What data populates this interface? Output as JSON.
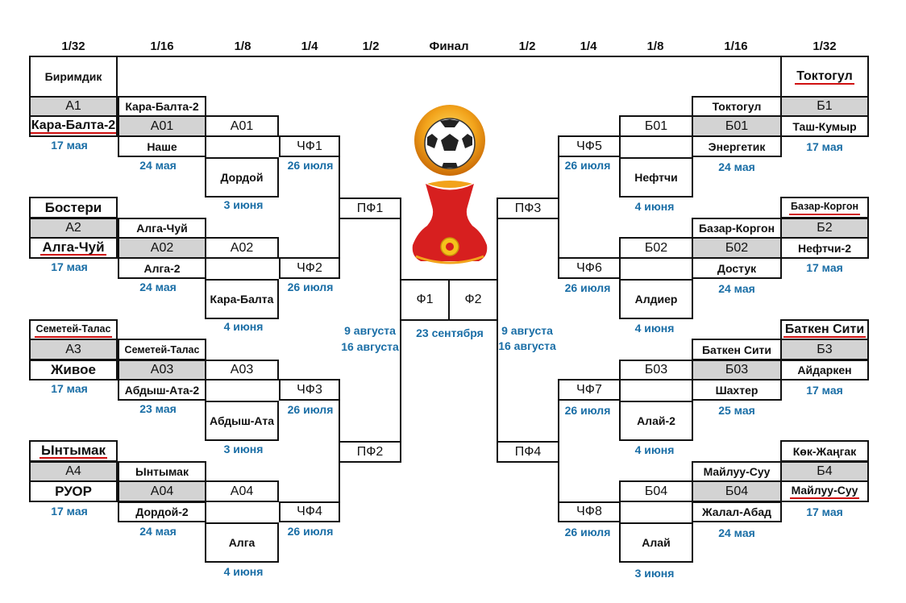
{
  "headers": {
    "left_r32": "1/32",
    "left_r16": "1/16",
    "left_r8": "1/8",
    "left_qf": "1/4",
    "left_sf": "1/2",
    "final": "Финал",
    "right_sf": "1/2",
    "right_qf": "1/4",
    "right_r8": "1/8",
    "right_r16": "1/16",
    "right_r32": "1/32"
  },
  "left": {
    "r32": [
      {
        "team_top": "Биримдик",
        "code": "А1",
        "team_bottom": "Кара-Балта-2",
        "date": "17 мая"
      },
      {
        "team_top": "Бостери",
        "code": "А2",
        "team_bottom": "Алга-Чуй",
        "date": "17 мая"
      },
      {
        "team_top": "Семетей-Талас",
        "code": "А3",
        "team_bottom": "Живое",
        "date": "17 мая"
      },
      {
        "team_top": "Ынтымак",
        "code": "А4",
        "team_bottom": "РУОР",
        "date": "17 мая"
      }
    ],
    "r16": [
      {
        "team_top": "Кара-Балта-2",
        "code": "А01",
        "team_bottom": "Наше",
        "date": "24 мая"
      },
      {
        "team_top": "Алга-Чуй",
        "code": "А02",
        "team_bottom": "Алга-2",
        "date": "24 мая"
      },
      {
        "team_top": "Семетей-Талас",
        "code": "А03",
        "team_bottom": "Абдыш-Ата-2",
        "date": "23 мая"
      },
      {
        "team_top": "Ынтымак",
        "code": "А04",
        "team_bottom": "Дордой-2",
        "date": "24 мая"
      }
    ],
    "r8": [
      {
        "code": "А01",
        "team": "Дордой",
        "date": "3 июня"
      },
      {
        "code": "А02",
        "team": "Кара-Балта",
        "date": "4 июня"
      },
      {
        "code": "А03",
        "team": "Абдыш-Ата",
        "date": "3 июня"
      },
      {
        "code": "А04",
        "team": "Алга",
        "date": "4 июня"
      }
    ],
    "qf": [
      {
        "code": "ЧФ1",
        "date": "26 июля"
      },
      {
        "code": "ЧФ2",
        "date": "26 июля"
      },
      {
        "code": "ЧФ3",
        "date": "26 июля"
      },
      {
        "code": "ЧФ4",
        "date": "26 июля"
      }
    ],
    "sf": [
      {
        "code": "ПФ1"
      },
      {
        "code": "ПФ2"
      }
    ],
    "sf_dates": {
      "line1": "9 августа",
      "line2": "16 августа"
    }
  },
  "final": {
    "f1": "Ф1",
    "f2": "Ф2",
    "date": "23 сентября"
  },
  "right": {
    "r32": [
      {
        "team_top": "Токтогул",
        "code": "Б1",
        "team_bottom": "Таш-Кумыр",
        "date": "17 мая"
      },
      {
        "team_top": "Базар-Коргон",
        "code": "Б2",
        "team_bottom": "Нефтчи-2",
        "date": "17 мая"
      },
      {
        "team_top": "Баткен Сити",
        "code": "Б3",
        "team_bottom": "Айдаркен",
        "date": "17 мая"
      },
      {
        "team_top": "Көк-Жаңгак",
        "code": "Б4",
        "team_bottom": "Майлуу-Суу",
        "date": "17 мая"
      }
    ],
    "r16": [
      {
        "team_top": "Токтогул",
        "code": "Б01",
        "team_bottom": "Энергетик",
        "date": "24 мая"
      },
      {
        "team_top": "Базар-Коргон",
        "code": "Б02",
        "team_bottom": "Достук",
        "date": "24 мая"
      },
      {
        "team_top": "Баткен Сити",
        "code": "Б03",
        "team_bottom": "Шахтер",
        "date": "25 мая"
      },
      {
        "team_top": "Майлуу-Суу",
        "code": "Б04",
        "team_bottom": "Жалал-Абад",
        "date": "24 мая"
      }
    ],
    "r8": [
      {
        "code": "Б01",
        "team": "Нефтчи",
        "date": "4 июня"
      },
      {
        "code": "Б02",
        "team": "Алдиер",
        "date": "4 июня"
      },
      {
        "code": "Б03",
        "team": "Алай-2",
        "date": "4 июня"
      },
      {
        "code": "Б04",
        "team": "Алай",
        "date": "3 июня"
      }
    ],
    "qf": [
      {
        "code": "ЧФ5",
        "date": "26 июля"
      },
      {
        "code": "ЧФ6",
        "date": "26 июля"
      },
      {
        "code": "ЧФ7",
        "date": "26 июля"
      },
      {
        "code": "ЧФ8",
        "date": "26 июля"
      }
    ],
    "sf": [
      {
        "code": "ПФ3"
      },
      {
        "code": "ПФ4"
      }
    ],
    "sf_dates": {
      "line1": "9 августа",
      "line2": "16 августа"
    }
  },
  "colors": {
    "date_text": "#1a6ea6",
    "shaded_cell": "#d3d3d3",
    "underline": "#d01010",
    "trophy_red": "#d71f1f",
    "trophy_gold": "#f2a31b"
  },
  "icons": {
    "trophy": "cup-trophy-icon"
  }
}
